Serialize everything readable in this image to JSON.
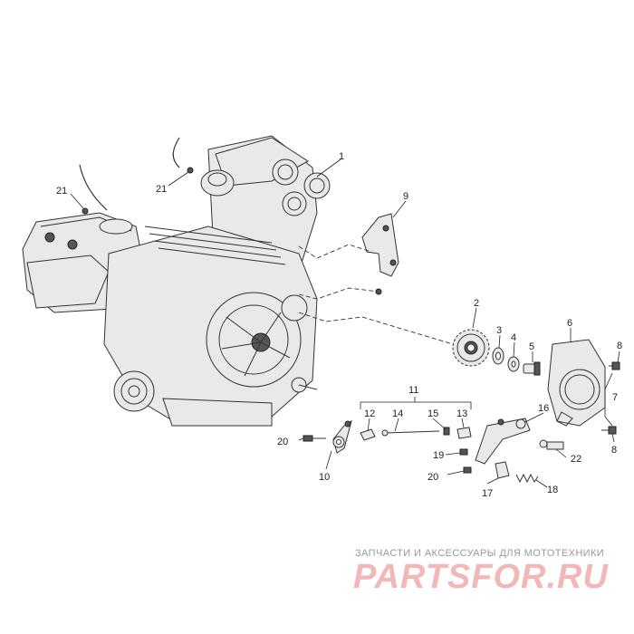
{
  "callouts": [
    "1",
    "2",
    "3",
    "4",
    "5",
    "6",
    "7",
    "8",
    "8",
    "9",
    "10",
    "11",
    "12",
    "13",
    "14",
    "15",
    "16",
    "17",
    "18",
    "19",
    "20",
    "20",
    "21",
    "21",
    "22"
  ],
  "watermark": {
    "subtitle": "ЗАПЧАСТИ И АКСЕССУАРЫ ДЛЯ МОТОТЕХНИКИ",
    "brand": "PARTSFOR.RU",
    "color": "#f2b8b8"
  }
}
